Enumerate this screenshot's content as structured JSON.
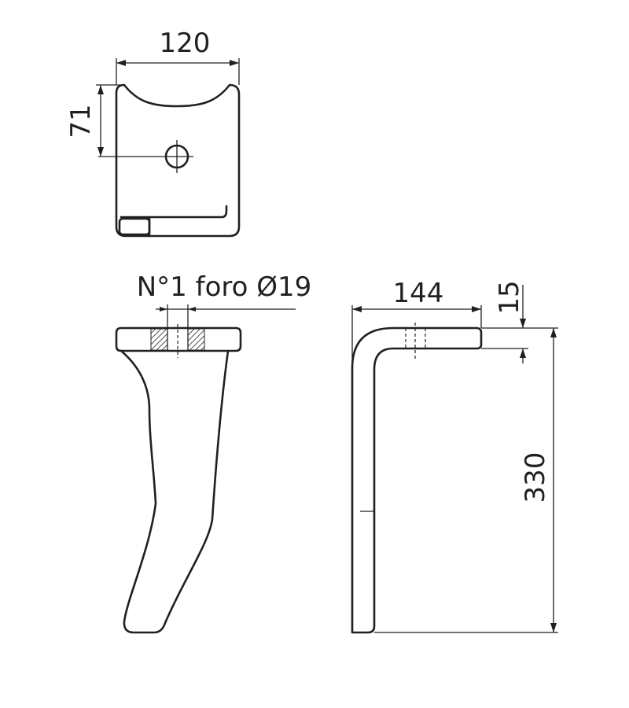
{
  "top_view": {
    "width_dim": "120",
    "hole_offset_dim": "71"
  },
  "front_view": {
    "hole_note": "N°1 foro Ø19"
  },
  "side_view": {
    "length_dim": "144",
    "thickness_dim": "15",
    "height_dim": "330"
  },
  "colors": {
    "line": "#231f20",
    "background": "#ffffff"
  }
}
